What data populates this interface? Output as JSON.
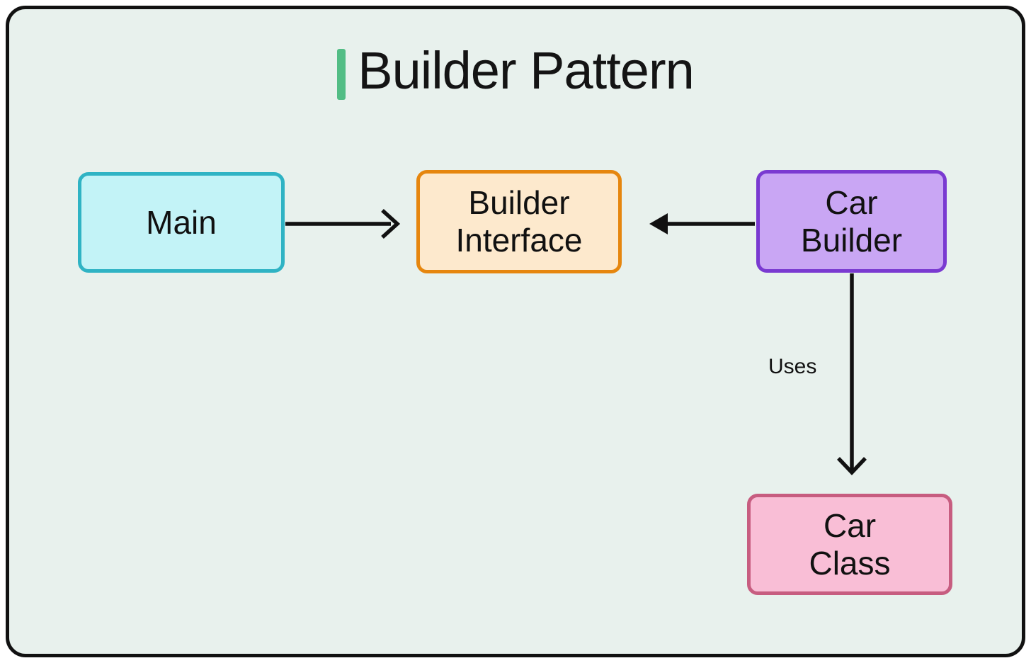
{
  "canvas": {
    "background": "#e8f1ed",
    "border_color": "#111111"
  },
  "title": {
    "text": "Builder Pattern",
    "accent_color": "#52bd85",
    "text_color": "#141414"
  },
  "diagram": {
    "arrow_color": "#111111",
    "nodes": [
      {
        "id": "main",
        "label": "Main",
        "fill": "#c3f3f7",
        "border": "#2fb3c4"
      },
      {
        "id": "builder-interface",
        "label": "Builder\nInterface",
        "fill": "#fde9cd",
        "border": "#e6860e"
      },
      {
        "id": "car-builder",
        "label": "Car\nBuilder",
        "fill": "#c9a6f4",
        "border": "#7a3ad1"
      },
      {
        "id": "car-class",
        "label": "Car\nClass",
        "fill": "#f9bed6",
        "border": "#c75d80"
      }
    ],
    "edges": [
      {
        "from": "main",
        "to": "builder-interface",
        "label": "",
        "head": "open-chevron-right"
      },
      {
        "from": "car-builder",
        "to": "builder-interface",
        "label": "",
        "head": "filled-triangle-left"
      },
      {
        "from": "car-builder",
        "to": "car-class",
        "label": "Uses",
        "head": "open-chevron-down"
      }
    ]
  }
}
